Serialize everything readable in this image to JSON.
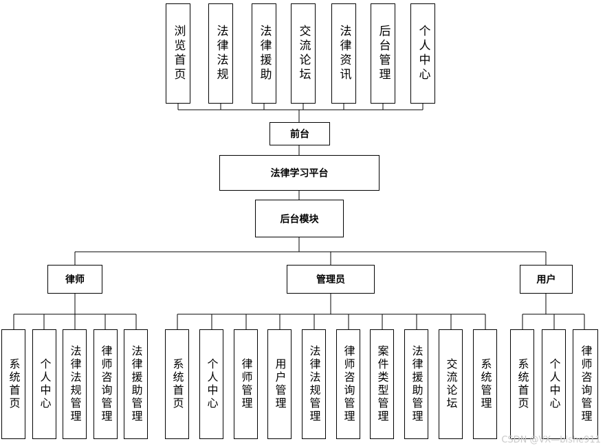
{
  "root": {
    "title": "法律学习平台"
  },
  "frontend": {
    "label": "前台",
    "modules": [
      "浏览首页",
      "法律法规",
      "法律援助",
      "交流论坛",
      "法律资讯",
      "后台管理",
      "个人中心"
    ]
  },
  "backend": {
    "label": "后台模块",
    "roles": [
      {
        "label": "律师",
        "modules": [
          "系统首页",
          "个人中心",
          "法律法规管理",
          "律师咨询管理",
          "法律援助管理"
        ]
      },
      {
        "label": "管理员",
        "modules": [
          "系统首页",
          "个人中心",
          "律师管理",
          "用户管理",
          "法律法规管理",
          "律师咨询管理",
          "案件类型管理",
          "法律援助管理",
          "交流论坛",
          "系统管理"
        ]
      },
      {
        "label": "用户",
        "modules": [
          "系统首页",
          "个人中心",
          "律师咨询管理"
        ]
      }
    ]
  },
  "watermark": "CSDN @VX—bishe911"
}
